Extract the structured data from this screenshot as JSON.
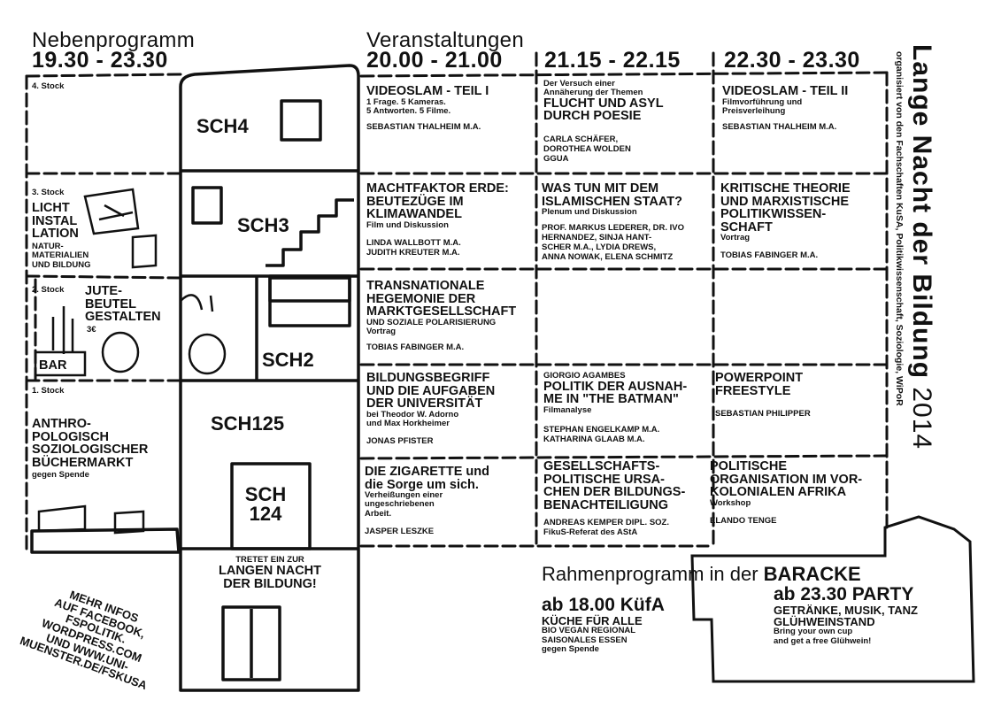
{
  "header": {
    "nebenprogramm": "Nebenprogramm",
    "nebenprogramm_time": "19.30 - 23.30",
    "veranstaltungen": "Veranstaltungen",
    "slot1": "20.00 - 21.00",
    "slot2": "21.15 - 22.15",
    "slot3": "22.30 - 23.30"
  },
  "side_title": {
    "main": "Lange Nacht der Bildung",
    "year": "2014",
    "organizer": "organisiert von den Fachschaften KuSA, Politikwissenschaft, Soziologie, WiPoR"
  },
  "floors": {
    "f4": "4. Stock",
    "f3": "3. Stock",
    "f2": "2. Stock",
    "f1": "1. Stock"
  },
  "rooms": {
    "sch4": "SCH4",
    "sch3": "SCH3",
    "sch2": "SCH2",
    "sch125": "SCH125",
    "sch124a": "SCH",
    "sch124b": "124"
  },
  "nebenprogramm": {
    "licht": [
      "LICHT",
      "INSTAL",
      "LATION"
    ],
    "licht_sub": [
      "NATUR-",
      "MATERIALIEN",
      "UND BILDUNG"
    ],
    "jute": [
      "JUTE-",
      "BEUTEL",
      "GESTALTEN"
    ],
    "jute_price": "3€",
    "bar": "BAR",
    "markt": [
      "ANTHRO-",
      "POLOGISCH",
      "SOZIOLOGISCHER",
      "BÜCHERMARKT"
    ],
    "markt_sub": "gegen Spende"
  },
  "entrance": [
    "TRETET EIN ZUR",
    "LANGEN NACHT",
    "DER BILDUNG!"
  ],
  "more_info": [
    "MEHR INFOS",
    "AUF FACEBOOK,",
    "FSPOLITIK.",
    "WORDPRESS.COM",
    "UND WWW.UNI-",
    "MUENSTER.DE/FSKUSA"
  ],
  "events": {
    "r1c1": {
      "title": [
        "VIDEOSLAM - Teil I"
      ],
      "sub": [
        "1 Frage. 5 Kameras.",
        "5 Antworten. 5 Filme."
      ],
      "person": [
        "SEBASTIAN THALHEIM M.A."
      ]
    },
    "r1c2": {
      "pre": [
        "Der Versuch einer",
        "Annäherung der Themen"
      ],
      "title": [
        "FLUCHT UND ASYL",
        "DURCH POESIE"
      ],
      "person": [
        "CARLA SCHÄFER,",
        "DOROTHEA WOLDEN",
        "GGUA"
      ]
    },
    "r1c3": {
      "title": [
        "VIDEOSLAM - Teil II"
      ],
      "sub": [
        "Filmvorführung und",
        "Preisverleihung"
      ],
      "person": [
        "SEBASTIAN THALHEIM M.A."
      ]
    },
    "r2c1": {
      "title": [
        "MACHTFAKTOR ERDE:",
        "BEUTEZÜGE IM",
        "KLIMAWANDEL"
      ],
      "sub": [
        "Film und Diskussion"
      ],
      "person": [
        "LINDA WALLBOTT M.A.",
        "JUDITH KREUTER M.A."
      ]
    },
    "r2c2": {
      "title": [
        "WAS TUN MIT DEM",
        "ISLAMISCHEN STAAT?"
      ],
      "sub": [
        "Plenum und Diskussion"
      ],
      "person": [
        "Prof. MARKUS LEDERER, Dr. IVO",
        "HERNANDEZ, SINJA HANT-",
        "SCHER M.A., LYDIA DREWS,",
        "ANNA NOWAK, ELENA SCHMITZ"
      ]
    },
    "r2c3": {
      "title": [
        "KRITISCHE THEORIE",
        "UND MARXISTISCHE",
        "POLITIKWISSEN-",
        "SCHAFT"
      ],
      "sub": [
        "Vortrag"
      ],
      "person": [
        "TOBIAS FABINGER M.A."
      ]
    },
    "r3c1": {
      "title": [
        "TRANSNATIONALE",
        "HEGEMONIE DER",
        "MARKTGESELLSCHAFT"
      ],
      "sub": [
        "UND SOZIALE POLARISIERUNG",
        "Vortrag"
      ],
      "person": [
        "TOBIAS FABINGER M.A."
      ]
    },
    "r4c1": {
      "title": [
        "BILDUNGSBEGRIFF",
        "UND DIE AUFGABEN",
        "DER UNIVERSITÄT"
      ],
      "sub": [
        "bei Theodor W. Adorno",
        "und Max Horkheimer"
      ],
      "person": [
        "JONAS PFISTER"
      ]
    },
    "r4c2": {
      "pre": [
        "GIORGIO AGAMBES"
      ],
      "title": [
        "POLITIK DER AUSNAH-",
        "ME IN \"THE BATMAN\""
      ],
      "sub": [
        "Filmanalyse"
      ],
      "person": [
        "STEPHAN ENGELKAMP M.A.",
        "KATHARINA GLAAB M.A."
      ]
    },
    "r4c3": {
      "title": [
        "POWERPOINT",
        "FREESTYLE"
      ],
      "person": [
        "SEBASTIAN PHILIPPER"
      ]
    },
    "r5c1": {
      "title": [
        "DIE ZIGARETTE und",
        "die Sorge um sich."
      ],
      "sub": [
        "Verheißungen einer",
        "ungeschriebenen",
        "Arbeit."
      ],
      "person": [
        "JASPER LESZKE"
      ]
    },
    "r5c2": {
      "title": [
        "GESELLSCHAFTS-",
        "POLITISCHE URSA-",
        "CHEN DER BILDUNGS-",
        "BENACHTEILIGUNG"
      ],
      "person": [
        "ANDREAS KEMPER Dipl. Soz.",
        "FikuS-Referat des AStA"
      ]
    },
    "r5c3": {
      "title": [
        "POLITISCHE",
        "ORGANISATION IM VOR-",
        "KOLONIALEN AFRIKA"
      ],
      "sub": [
        "Workshop"
      ],
      "person": [
        "ELANDO TENGE"
      ]
    }
  },
  "rahmen": {
    "heading_light": "Rahmenprogramm in der",
    "heading_bold": "BARACKE",
    "kuefa_title": "ab 18.00 KüfA",
    "kuefa_lines": [
      "KÜCHE FÜR ALLE",
      "BIO VEGAN REGIONAL",
      "SAISONALES ESSEN"
    ],
    "kuefa_note": "gegen Spende",
    "party_title": "ab 23.30 PARTY",
    "party_lines": [
      "GETRÄNKE, MUSIK, TANZ",
      "GLÜHWEINSTAND"
    ],
    "party_note": [
      "Bring your own cup",
      "and get a free Glühwein!"
    ]
  }
}
